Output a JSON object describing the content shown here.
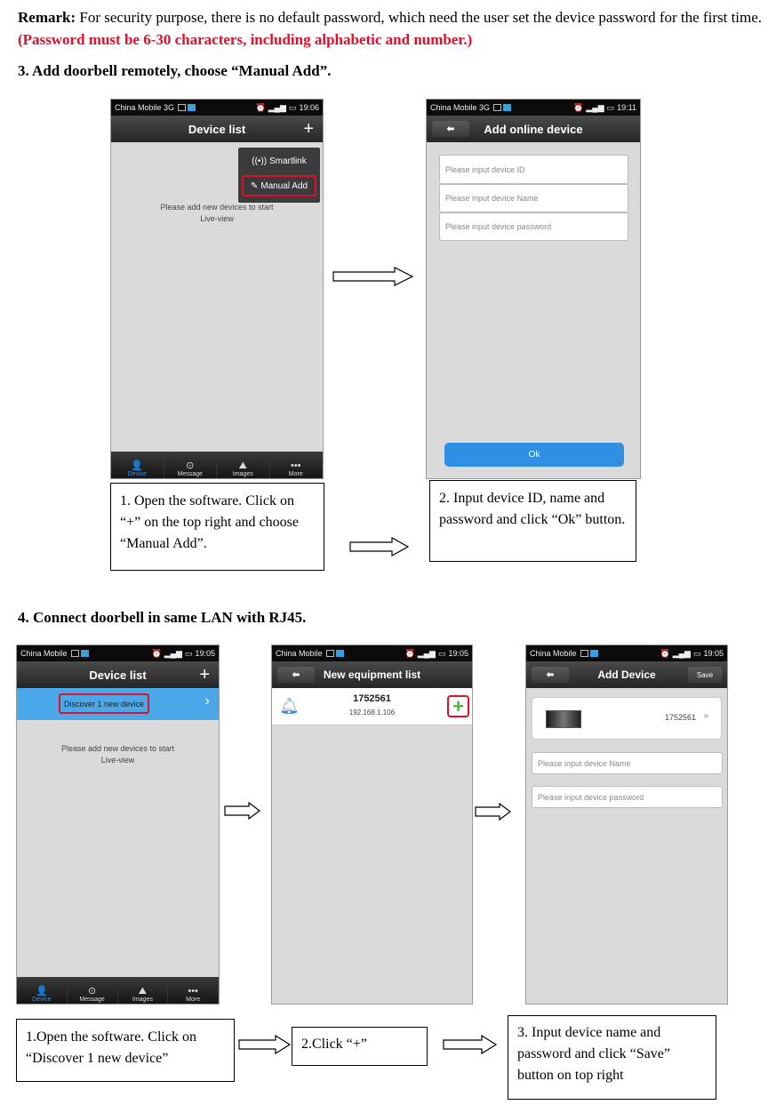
{
  "remark": {
    "label": "Remark:",
    "text": " For security purpose, there is no default password, which need the user set the device password for the first time. ",
    "warning": "(Password must be 6-30 characters, including alphabetic and number.)"
  },
  "section3": {
    "heading": "3.  Add doorbell remotely, choose “Manual Add”.",
    "phone1": {
      "carrier": "China Mobile 3G",
      "time": "19:06",
      "title": "Device list",
      "plus": "+",
      "menu": [
        "Smartlink",
        "Manual Add"
      ],
      "message_line1": "Please add new devices to start",
      "message_line2": "Live-view",
      "tabs": [
        "Device",
        "Message",
        "Images",
        "More"
      ]
    },
    "phone2": {
      "carrier": "China Mobile 3G",
      "time": "19:11",
      "title": "Add online device",
      "back": "⬅",
      "fields": [
        "Please input device ID",
        "Please input device Name",
        "Please input device password"
      ],
      "ok": "Ok"
    },
    "note1": "1. Open the software. Click on “+” on the top right and choose “Manual Add”.",
    "note2": "2. Input device ID, name and password and click “Ok” button."
  },
  "section4": {
    "heading": "4.  Connect doorbell in same LAN with RJ45.",
    "phone3": {
      "carrier": "China Mobile",
      "time": "19:05",
      "title": "Device list",
      "plus": "+",
      "discover": "Discover  1  new device",
      "chevron": "›",
      "message_line1": "Please add new devices to start",
      "message_line2": "Live-view",
      "tabs": [
        "Device",
        "Message",
        "Images",
        "More"
      ]
    },
    "phone4": {
      "carrier": "China Mobile",
      "time": "19:05",
      "title": "New equipment list",
      "back": "⬅",
      "device_id": "1752561",
      "device_ip": "192.168.1.106",
      "add": "+"
    },
    "phone5": {
      "carrier": "China Mobile",
      "time": "19:05",
      "title": "Add Device",
      "back": "⬅",
      "save": "Save",
      "device_id": "1752561",
      "chevrons": "»",
      "fields": [
        "Please input device Name",
        "Please input device password"
      ]
    },
    "note3": "1.Open the software. Click on “Discover 1 new device”",
    "note4": "2.Click “+”",
    "note5": "3. Input device name and password and click “Save” button on top right"
  }
}
